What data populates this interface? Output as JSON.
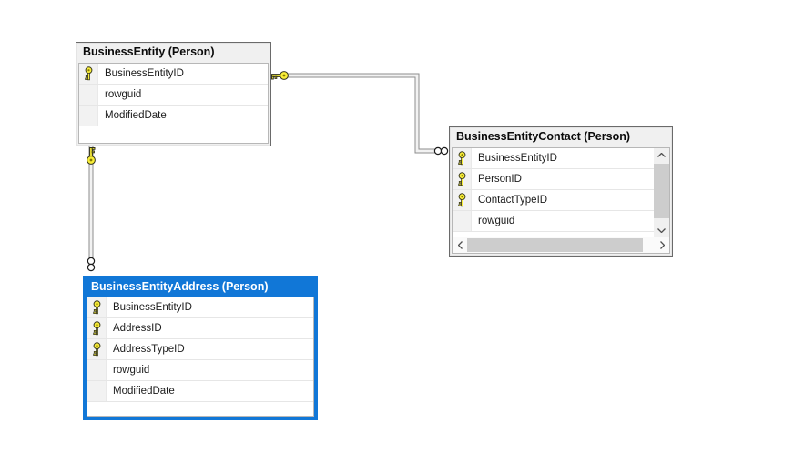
{
  "tables": [
    {
      "title": "BusinessEntity (Person)",
      "selected": false,
      "columns": [
        {
          "name": "BusinessEntityID",
          "key": true
        },
        {
          "name": "rowguid",
          "key": false
        },
        {
          "name": "ModifiedDate",
          "key": false
        }
      ]
    },
    {
      "title": "BusinessEntityContact (Person)",
      "selected": false,
      "scrollbars": {
        "vertical": true,
        "horizontal": true
      },
      "columns": [
        {
          "name": "BusinessEntityID",
          "key": true
        },
        {
          "name": "PersonID",
          "key": true
        },
        {
          "name": "ContactTypeID",
          "key": true
        },
        {
          "name": "rowguid",
          "key": false
        }
      ]
    },
    {
      "title": "BusinessEntityAddress (Person)",
      "selected": true,
      "columns": [
        {
          "name": "BusinessEntityID",
          "key": true
        },
        {
          "name": "AddressID",
          "key": true
        },
        {
          "name": "AddressTypeID",
          "key": true
        },
        {
          "name": "rowguid",
          "key": false
        },
        {
          "name": "ModifiedDate",
          "key": false
        }
      ]
    }
  ],
  "relationships": [
    {
      "from_table": "BusinessEntity (Person)",
      "to_table": "BusinessEntityContact (Person)",
      "from_cardinality": "one",
      "to_cardinality": "many",
      "from_end_symbol": "key",
      "to_end_symbol": "infinity"
    },
    {
      "from_table": "BusinessEntity (Person)",
      "to_table": "BusinessEntityAddress (Person)",
      "from_cardinality": "one",
      "to_cardinality": "many",
      "from_end_symbol": "key",
      "to_end_symbol": "infinity"
    }
  ],
  "colors": {
    "selected_header": "#1177d7",
    "header_bg": "#f0f0f0",
    "row_bg": "#ffffff",
    "table_border": "#6a6a6a",
    "connector": "#8e8e8e",
    "key_yellow": "#f9ee38",
    "scroll_thumb": "#cdcdcd"
  }
}
